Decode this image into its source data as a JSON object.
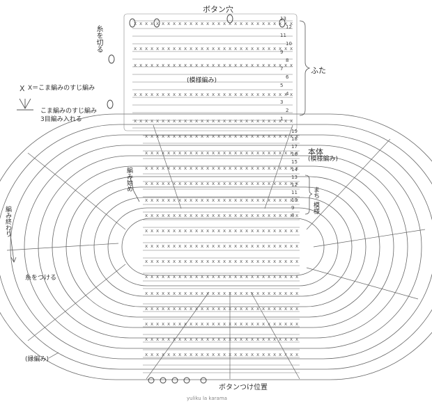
{
  "labels": {
    "buttonhole": "ボタン穴",
    "cut_yarn": "糸を切る",
    "lid": "ふた",
    "legend_x": "X＝こま編みのすじ編み",
    "legend_v_line1": "こま編みのすじ編み",
    "legend_v_line2": "3目編み入れる",
    "body": "本体",
    "pattern_stitch_body": "(模様編み)",
    "pattern_stitch_lid": "(模様編み)",
    "start": "編み始め",
    "pattern_label": "模様",
    "gusset": "まち",
    "finish": "編み終わり",
    "attach_yarn": "糸をつける",
    "edge_stitch": "(縁編み)",
    "button_position": "ボタンつけ位置",
    "watermark": "yuliku la karama"
  },
  "row_numbers": {
    "lid": [
      "13",
      "12",
      "11",
      "10",
      "9",
      "8",
      "7",
      "6",
      "5",
      "4",
      "3",
      "2",
      "1"
    ],
    "body": [
      "19",
      "18",
      "17",
      "16",
      "15",
      "14",
      "13",
      "12",
      "11",
      "10",
      "9",
      "8"
    ]
  },
  "colors": {
    "line": "#555555",
    "text": "#333333"
  }
}
